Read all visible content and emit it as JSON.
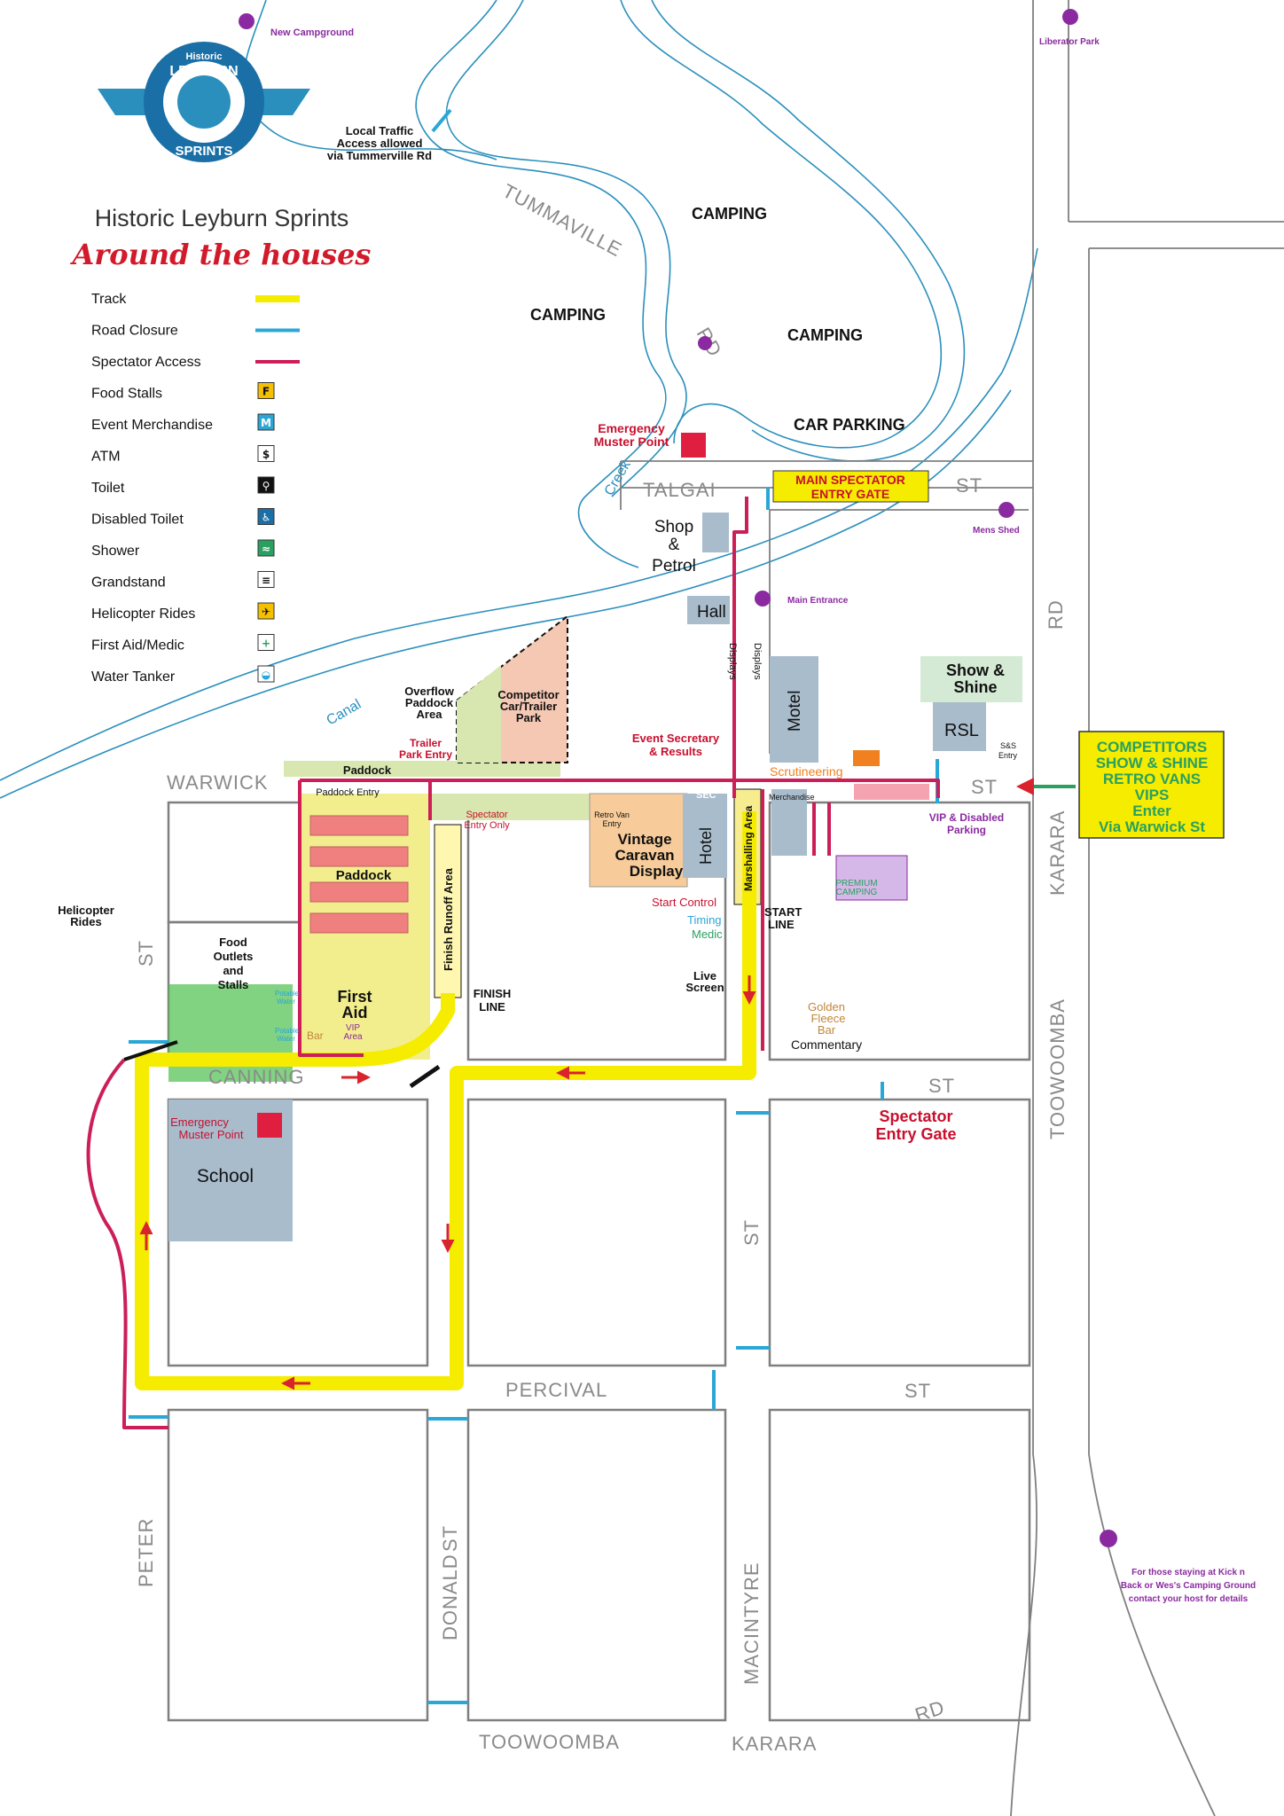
{
  "title": {
    "line1": "Historic  Leyburn  Sprints",
    "line2": "Around the houses"
  },
  "logo": {
    "top": "Historic",
    "name": "LEYBURN",
    "bottom": "SPRINTS"
  },
  "legend": [
    {
      "label": "Track",
      "sym": "track"
    },
    {
      "label": "Road Closure",
      "sym": "closure"
    },
    {
      "label": "Spectator Access",
      "sym": "spectator"
    },
    {
      "label": "Food Stalls",
      "sym": "F"
    },
    {
      "label": "Event Merchandise",
      "sym": "M"
    },
    {
      "label": "ATM",
      "sym": "$"
    },
    {
      "label": "Toilet",
      "sym": "toilet"
    },
    {
      "label": "Disabled Toilet",
      "sym": "disabled"
    },
    {
      "label": "Shower",
      "sym": "shower"
    },
    {
      "label": "Grandstand",
      "sym": "grandstand"
    },
    {
      "label": "Helicopter Rides",
      "sym": "heli"
    },
    {
      "label": "First Aid/Medic",
      "sym": "firstaid"
    },
    {
      "label": "Water Tanker",
      "sym": "tanker"
    }
  ],
  "streets": {
    "tummaville": "TUMMAVILLE",
    "rd": "RD",
    "talgai": "TALGAI",
    "st": "ST",
    "warwick": "WARWICK",
    "canning": "CANNING",
    "percival": "PERCIVAL",
    "peter": "PETER",
    "donald": "DONALD",
    "macintyre": "MACINTYRE",
    "toowoomba": "TOOWOOMBA",
    "karara": "KARARA"
  },
  "places": {
    "camping": "CAMPING",
    "car_parking": "CAR PARKING",
    "new_campground": "New Campground",
    "liberator_park": "Liberator Park",
    "local_traffic": [
      "Local Traffic",
      "Access allowed",
      "via Tummerville Rd"
    ],
    "creek": "Creek",
    "canal": "Canal",
    "emergency_muster": [
      "Emergency",
      "Muster Point"
    ],
    "main_gate": [
      "MAIN SPECTATOR",
      "ENTRY GATE"
    ],
    "shop": [
      "Shop",
      "&",
      "Petrol"
    ],
    "hall": "Hall",
    "mens_shed": "Mens Shed",
    "main_entrance": "Main Entrance",
    "displays": "Displays",
    "motel": "Motel",
    "show_shine": [
      "Show &",
      "Shine"
    ],
    "rsl": "RSL",
    "ss_entry": [
      "S&S",
      "Entry"
    ],
    "overflow": [
      "Overflow",
      "Paddock",
      "Area"
    ],
    "competitor_park": [
      "Competitor",
      "Car/Trailer",
      "Park"
    ],
    "trailer_entry": [
      "Trailer",
      "Park Entry"
    ],
    "event_secretary": [
      "Event Secretary",
      "& Results"
    ],
    "paddock": "Paddock",
    "paddock_entry": "Paddock Entry",
    "spectator_entry": [
      "Spectator",
      "Entry Only"
    ],
    "finish_runoff": "Finish Runoff Area",
    "retro_entry": [
      "Retro Van",
      "Entry"
    ],
    "vintage": [
      "Vintage",
      "Caravan",
      "Display"
    ],
    "hotel": "Hotel",
    "marshalling": "Marshalling Area",
    "merchandise": "Merchandise",
    "scrutineering": "Scrutineering",
    "sec": "SEC",
    "vip_parking": [
      "VIP & Disabled",
      "Parking"
    ],
    "premium": [
      "PREMIUM",
      "CAMPING"
    ],
    "start_control": "Start Control",
    "timing": "Timing",
    "medic": "Medic",
    "start_line": [
      "START",
      "LINE"
    ],
    "finish_line": [
      "FINISH",
      "LINE"
    ],
    "live_screen": [
      "Live",
      "Screen"
    ],
    "golden_fleece": [
      "Golden",
      "Fleece",
      "Bar"
    ],
    "commentary": "Commentary",
    "spectator_gate": [
      "Spectator",
      "Entry Gate"
    ],
    "food_outlets": [
      "Food",
      "Outlets",
      "and",
      "Stalls"
    ],
    "first_aid": [
      "First",
      "Aid"
    ],
    "vip_area": [
      "VIP",
      "Area"
    ],
    "bar": "Bar",
    "potable": [
      "Potable",
      "Water"
    ],
    "helicopter": [
      "Helicopter",
      "Rides"
    ],
    "school": "School",
    "competitors_box": [
      "COMPETITORS",
      "SHOW & SHINE",
      "RETRO VANS",
      "VIPS",
      "Enter",
      "Via Warwick St"
    ],
    "kick_n_back": [
      "For those staying at Kick n",
      "Back or Wes's Camping Ground",
      "contact your host for details"
    ]
  },
  "colors": {
    "track": "#f5ec00",
    "closure": "#2aa7d6",
    "spectator": "#cc1f57",
    "paddock_bg": "#f2ee8e",
    "block": "#7f7f7f",
    "grey_box": "#a9bccc",
    "purple": "#8b2aa0",
    "green_box": "#d4ead4"
  }
}
